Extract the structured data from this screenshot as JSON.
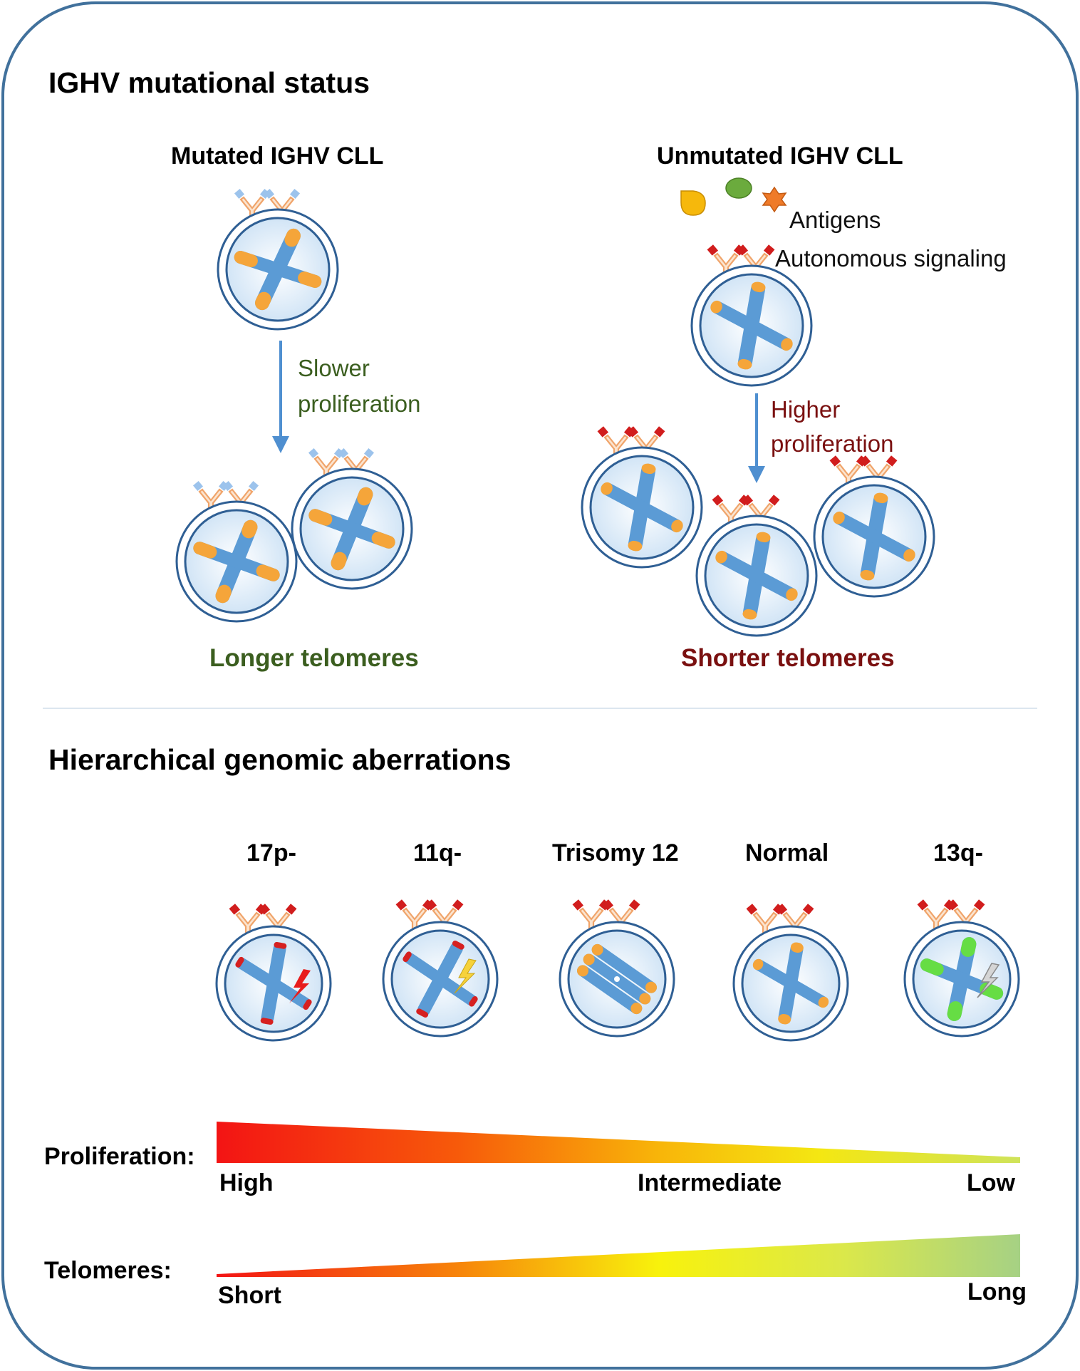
{
  "section_top": {
    "title": "IGHV mutational status",
    "mutated": {
      "title": "Mutated IGHV CLL",
      "arrow_label_1": "Slower",
      "arrow_label_2": "proliferation",
      "result": "Longer telomeres"
    },
    "unmutated": {
      "title": "Unmutated IGHV CLL",
      "antigens": "Antigens",
      "autonomous": "Autonomous signaling",
      "arrow_label_1": "Higher",
      "arrow_label_2": "proliferation",
      "result": "Shorter telomeres"
    }
  },
  "section_bottom": {
    "title": "Hierarchical genomic aberrations",
    "aberrations": [
      "17p-",
      "11q-",
      "Trisomy 12",
      "Normal",
      "13q-"
    ]
  },
  "scales": {
    "proliferation": {
      "label": "Proliferation:",
      "high": "High",
      "intermediate": "Intermediate",
      "low": "Low"
    },
    "telomeres": {
      "label": "Telomeres:",
      "short": "Short",
      "long": "Long"
    }
  },
  "colors": {
    "frame": "#4a78a8",
    "membrane": "#2f5f94",
    "cell_fill": "#d6e8f7",
    "chromosome": "#5b9bd5",
    "telomere_orange": "#f5a53a",
    "telomere_red": "#d62020",
    "telomere_green": "#66dd44",
    "receptor": "#f2b07a",
    "mutated_tip": "#9cc3ec",
    "unmutated_tip": "#d11d1d"
  }
}
